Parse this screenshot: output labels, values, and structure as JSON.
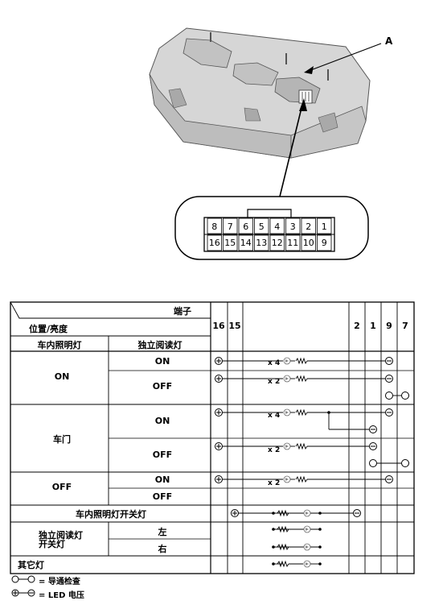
{
  "diagram": {
    "callout_label": "A",
    "connector": {
      "top_pins": [
        "8",
        "7",
        "6",
        "5",
        "4",
        "3",
        "2",
        "1"
      ],
      "bottom_pins": [
        "16",
        "15",
        "14",
        "13",
        "12",
        "11",
        "10",
        "9"
      ]
    }
  },
  "table": {
    "header": {
      "terminal_label": "端子",
      "position_label": "位置/亮度",
      "col_room_lamp": "车内照明灯",
      "col_reading_lamp": "独立阅读灯",
      "terminals": [
        "16",
        "15",
        "2",
        "1",
        "9",
        "7"
      ]
    },
    "rows": {
      "on_group": "ON",
      "on_on": "ON",
      "on_off": "OFF",
      "door_group": "车门",
      "door_on": "ON",
      "door_off": "OFF",
      "off_group": "OFF",
      "off_on": "ON",
      "off_off": "OFF",
      "room_switch": "车内照明灯开关灯",
      "reading_switch_line1": "独立阅读灯",
      "reading_switch_line2": "开关灯",
      "reading_left": "左",
      "reading_right": "右",
      "other": "其它灯"
    },
    "multipliers": {
      "r1": "x 4",
      "r2": "x 2",
      "r3": "x 4",
      "r4": "x 2",
      "r5": "x 2"
    }
  },
  "legend": {
    "continuity": "= 导通检查",
    "led_voltage": "= LED 电压"
  },
  "icons": [
    "plus-circle-icon",
    "minus-circle-icon",
    "open-circle-icon",
    "led-icon",
    "resistor-icon"
  ]
}
